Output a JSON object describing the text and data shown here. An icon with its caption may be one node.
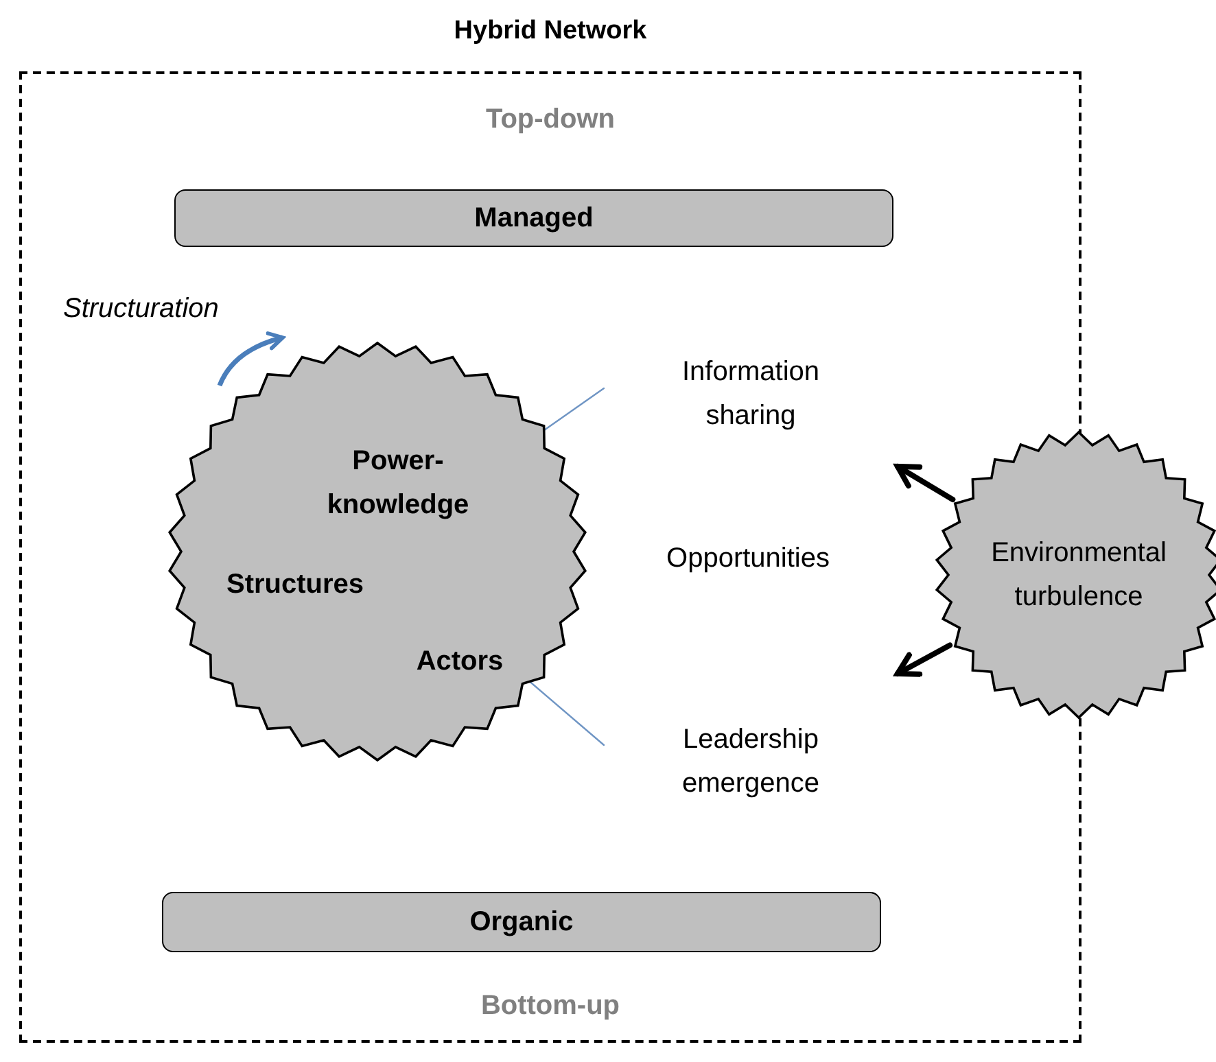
{
  "diagram": {
    "nodes": [
      {
        "text": [
          "Hybrid Network"
        ]
      },
      {
        "text": [
          "Managed"
        ],
        "in": 0
      },
      {
        "text": [
          "Power-knowledge",
          "Structures",
          "Actors"
        ],
        "in": 0
      },
      {
        "text": [
          "Information sharing"
        ],
        "in": 0
      },
      {
        "text": [
          "Leadership emergence"
        ],
        "in": 0
      },
      {
        "text": [
          "Organic"
        ],
        "in": 0
      },
      {
        "text": [
          "Environmental turbulence"
        ]
      }
    ],
    "edges": [
      {
        "from": 2,
        "to": 3,
        "arrow": "none",
        "color": "#6f95c4"
      },
      {
        "from": 2,
        "to": 4,
        "arrow": "none",
        "color": "#6f95c4"
      },
      {
        "from": 6,
        "to": null,
        "arrow": "to",
        "style": "thick",
        "color": "#000000"
      },
      {
        "from": 6,
        "to": null,
        "arrow": "to",
        "style": "thick",
        "color": "#000000"
      }
    ],
    "labels": [
      "Top-down",
      "Structuration",
      "Opportunities",
      "Bottom-up"
    ]
  }
}
